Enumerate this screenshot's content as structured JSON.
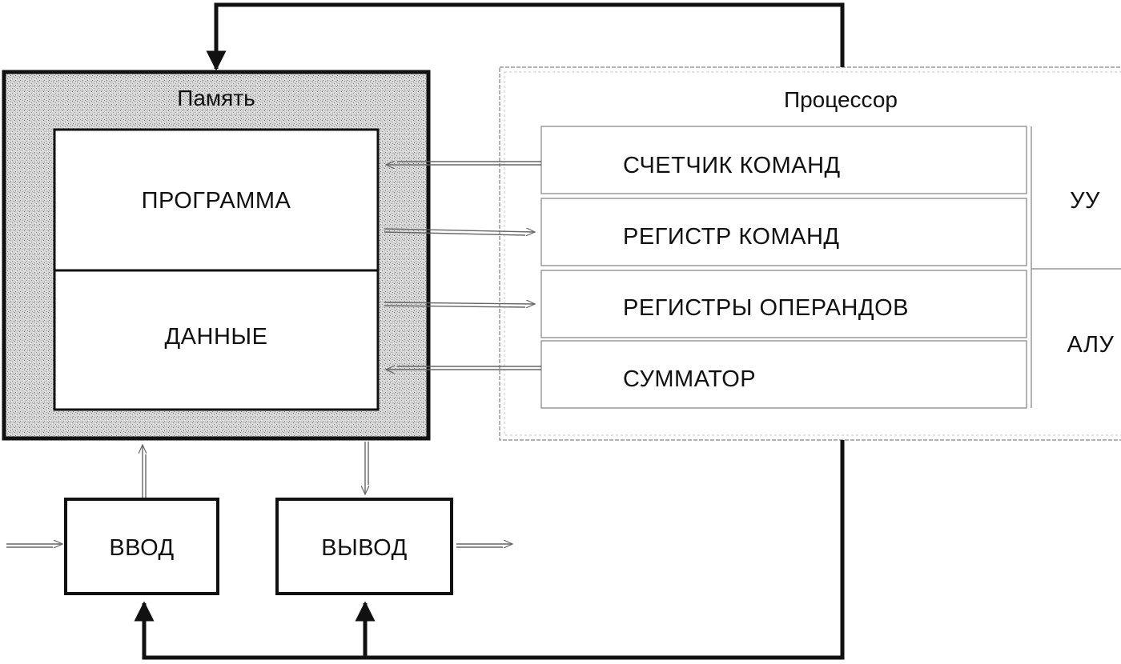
{
  "memory": {
    "title": "Память",
    "program_label": "ПРОГРАММА",
    "data_label": "ДАННЫЕ"
  },
  "processor": {
    "title": "Процессор",
    "registers": [
      "СЧЕТЧИК КОМАНД",
      "РЕГИСТР КОМАНД",
      "РЕГИСТРЫ ОПЕРАНДОВ",
      "СУММАТОР"
    ],
    "cu_label": "УУ",
    "alu_label": "АЛУ"
  },
  "io": {
    "input_label": "ВВОД",
    "output_label": "ВЫВОД"
  }
}
